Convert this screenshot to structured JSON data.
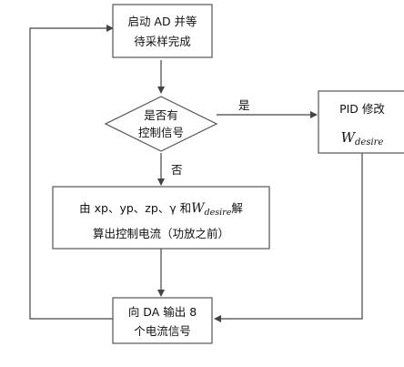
{
  "diagram": {
    "nodes": [
      {
        "id": "start-ad-sampling",
        "shape": "rect",
        "lines": [
          "启动 AD 并等",
          "待采样完成"
        ]
      },
      {
        "id": "control-signal-decision",
        "shape": "diamond",
        "lines": [
          "是否有",
          "控制信号"
        ]
      },
      {
        "id": "pid-modify",
        "shape": "rect",
        "lines": [
          "PID 修改"
        ],
        "math": {
          "base": "W",
          "sub": "desire"
        }
      },
      {
        "id": "compute-control-current",
        "shape": "rect",
        "line1_prefix": "由 xp、yp、zp、γ 和",
        "line1_math": {
          "base": "W",
          "sub": "desire"
        },
        "line1_suffix": "解",
        "line2": "算出控制电流（功放之前）"
      },
      {
        "id": "output-da-currents",
        "shape": "rect",
        "lines": [
          "向 DA 输出 8",
          "个电流信号"
        ]
      }
    ],
    "edges": [
      {
        "id": "edge-start-to-decision",
        "from": "start-ad-sampling",
        "to": "control-signal-decision",
        "label": ""
      },
      {
        "id": "edge-decision-yes",
        "from": "control-signal-decision",
        "to": "pid-modify",
        "label": "是"
      },
      {
        "id": "edge-decision-no",
        "from": "control-signal-decision",
        "to": "compute-control-current",
        "label": "否"
      },
      {
        "id": "edge-compute-to-output",
        "from": "compute-control-current",
        "to": "output-da-currents",
        "label": ""
      },
      {
        "id": "edge-pid-to-output",
        "from": "pid-modify",
        "to": "output-da-currents",
        "label": ""
      },
      {
        "id": "edge-loop-back",
        "from": "output-da-currents",
        "to": "start-ad-sampling",
        "label": ""
      }
    ]
  }
}
